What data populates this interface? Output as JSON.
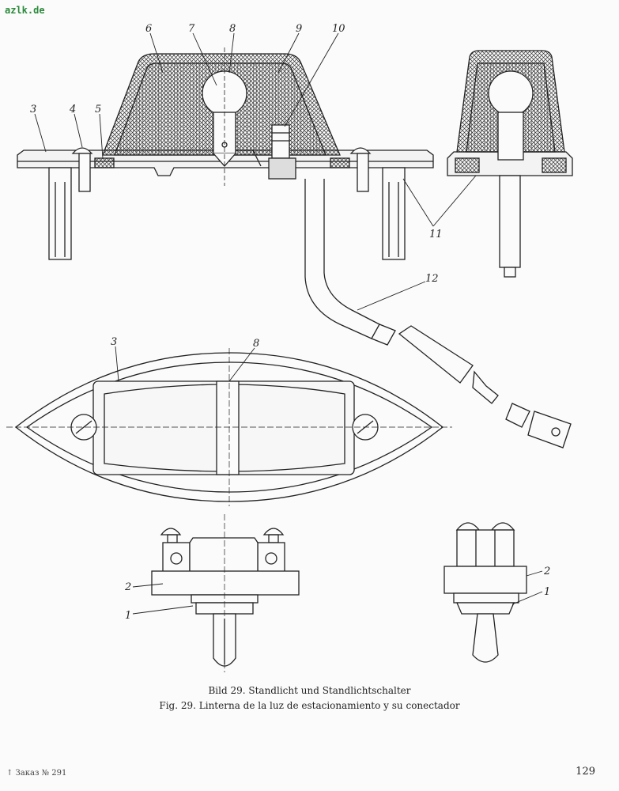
{
  "site_label": "azlk.de",
  "callouts": {
    "c3_top": "3",
    "c4": "4",
    "c5": "5",
    "c6": "6",
    "c7": "7",
    "c8_top": "8",
    "c9": "9",
    "c10": "10",
    "c11": "11",
    "c12": "12",
    "c3_mid": "3",
    "c8_mid": "8",
    "c2_left": "2",
    "c1_left": "1",
    "c2_right": "2",
    "c1_right": "1"
  },
  "caption": {
    "german": "Bild 29. Standlicht und Standlichtschalter",
    "spanish": "Fig. 29. Linterna de la luz de estacionamiento y su conectador"
  },
  "footer": {
    "order": "↑ Заказ № 291",
    "page": "129"
  }
}
